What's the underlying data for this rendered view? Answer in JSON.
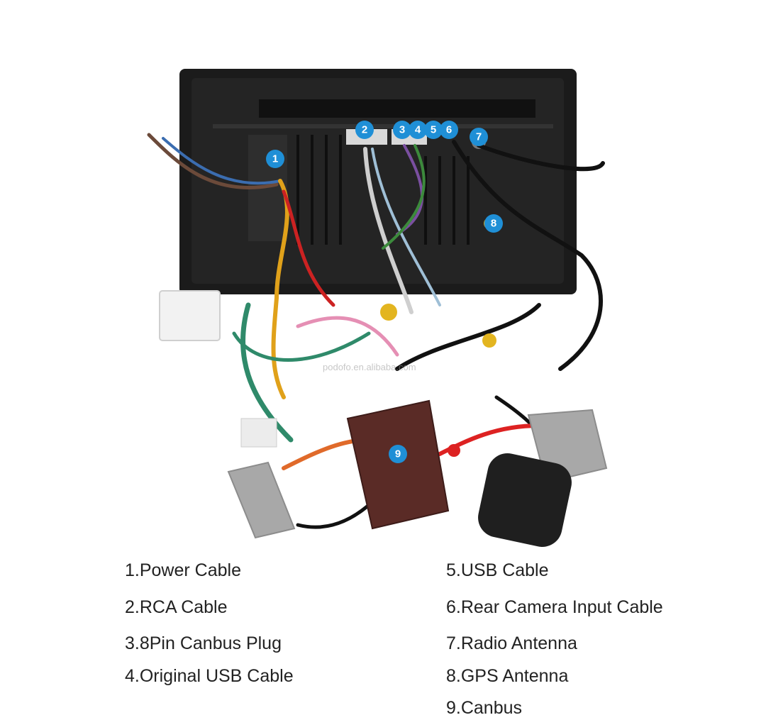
{
  "markers": [
    "1",
    "2",
    "3",
    "4",
    "5",
    "6",
    "7",
    "8",
    "9"
  ],
  "watermark": "podofo.en.alibaba.com",
  "legend": {
    "left": [
      "1.Power Cable",
      "2.RCA Cable",
      "3.8Pin Canbus Plug",
      "4.Original USB Cable"
    ],
    "right": [
      "5.USB Cable",
      "6.Rear Camera Input Cable",
      "7.Radio Antenna",
      "8.GPS Antenna",
      "9.Canbus"
    ]
  },
  "colors": {
    "badge": "#1f8fd6",
    "unit": "#1b1b1b",
    "canbus_box": "#5a2b26"
  }
}
